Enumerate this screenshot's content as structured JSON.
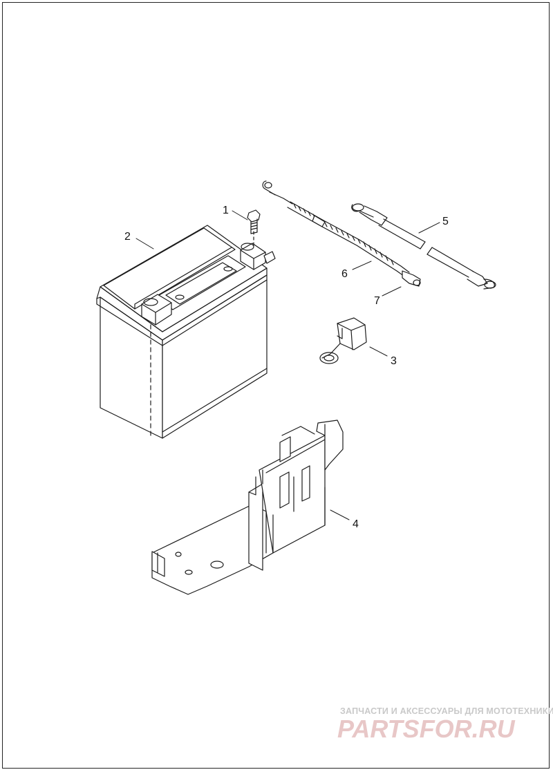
{
  "callouts": {
    "c1": "1",
    "c2": "2",
    "c3": "3",
    "c4": "4",
    "c5": "5",
    "c6": "6",
    "c7": "7"
  },
  "watermark": {
    "tagline": "ЗАПЧАСТИ И АКСЕССУАРЫ ДЛЯ МОТОТЕХНИКИ",
    "brand": "PARTSFOR.RU",
    "brand_color": "#e8c7c7"
  },
  "colors": {
    "line": "#1a1a1a",
    "background": "#ffffff"
  }
}
